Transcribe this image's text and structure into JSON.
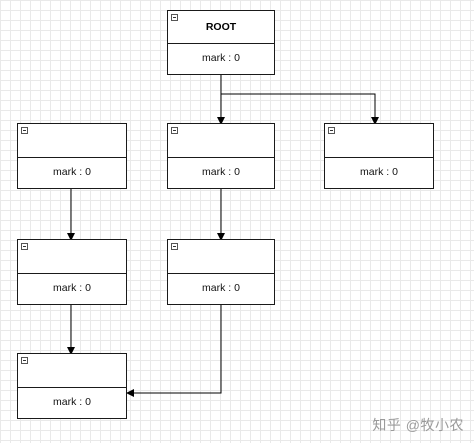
{
  "nodes": [
    {
      "id": "root",
      "title": "ROOT",
      "label": "mark : 0"
    },
    {
      "id": "mid-1",
      "title": "",
      "label": "mark : 0"
    },
    {
      "id": "right-1",
      "title": "",
      "label": "mark : 0"
    },
    {
      "id": "left-1",
      "title": "",
      "label": "mark : 0"
    },
    {
      "id": "left-2",
      "title": "",
      "label": "mark : 0"
    },
    {
      "id": "mid-2",
      "title": "",
      "label": "mark : 0"
    },
    {
      "id": "left-3",
      "title": "",
      "label": "mark : 0"
    }
  ],
  "watermark": "知乎 @牧小农"
}
